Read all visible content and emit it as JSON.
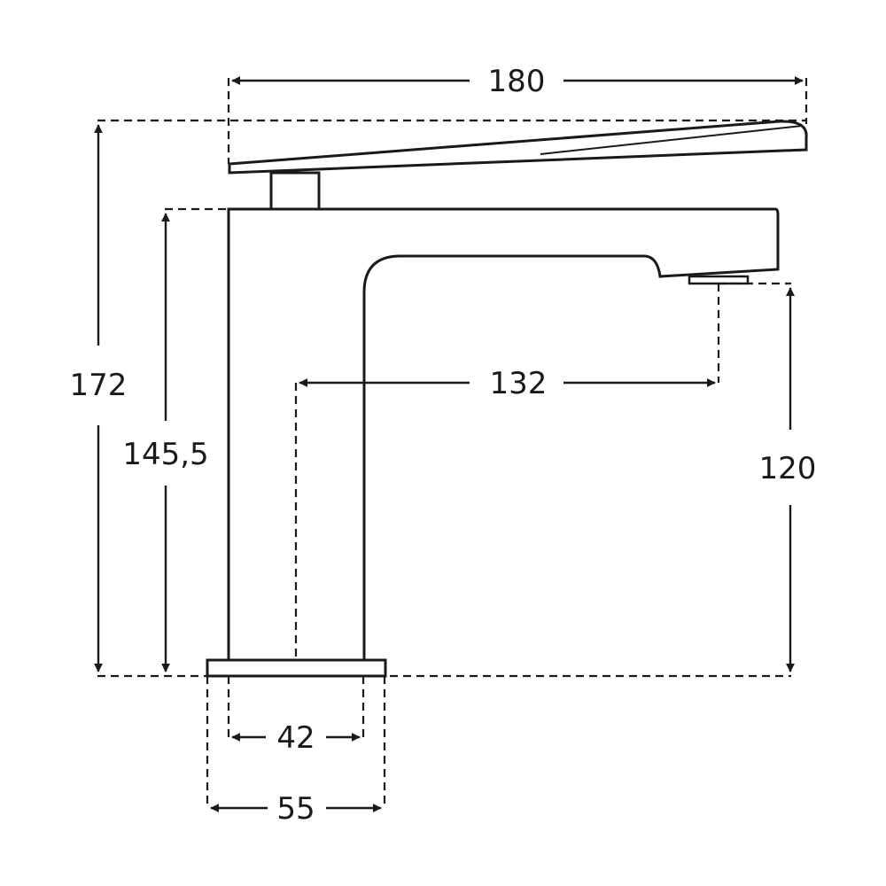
{
  "diagram": {
    "stroke_color": "#1a1a1a",
    "background_color": "#ffffff",
    "dimensions": {
      "total_width": "180",
      "total_height": "172",
      "body_height": "145,5",
      "spout_reach": "132",
      "outlet_height": "120",
      "body_width": "42",
      "base_width": "55"
    }
  }
}
